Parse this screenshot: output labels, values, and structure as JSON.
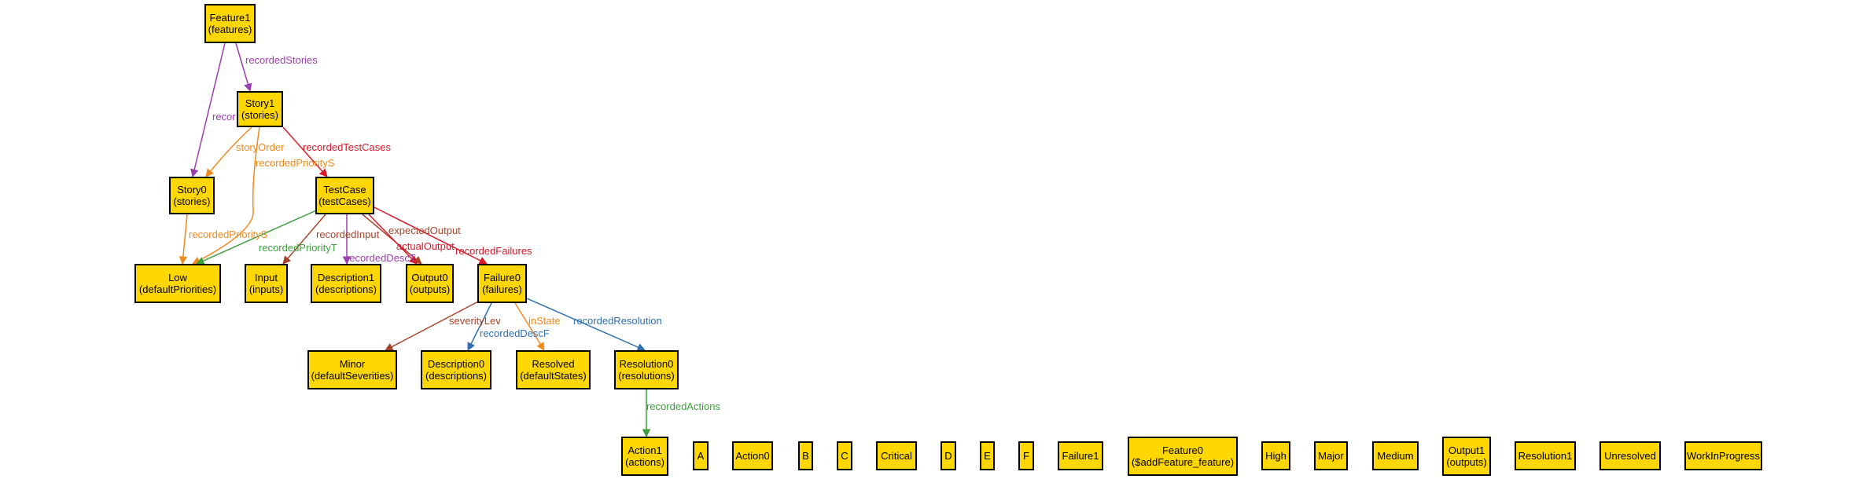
{
  "colors": {
    "node_fill": "#FFD700",
    "node_border": "#000000",
    "purple": "#9B3FAE",
    "orange": "#F0891E",
    "red": "#D9192A",
    "green": "#3E9E3E",
    "brown": "#A6442A",
    "blue": "#2F6FB0"
  },
  "nodes": {
    "feature1": {
      "name": "Feature1",
      "sig": "(features)"
    },
    "story1": {
      "name": "Story1",
      "sig": "(stories)"
    },
    "story0": {
      "name": "Story0",
      "sig": "(stories)"
    },
    "testcase": {
      "name": "TestCase",
      "sig": "(testCases)"
    },
    "low": {
      "name": "Low",
      "sig": "(defaultPriorities)"
    },
    "input": {
      "name": "Input",
      "sig": "(inputs)"
    },
    "description1": {
      "name": "Description1",
      "sig": "(descriptions)"
    },
    "output0": {
      "name": "Output0",
      "sig": "(outputs)"
    },
    "failure0": {
      "name": "Failure0",
      "sig": "(failures)"
    },
    "minor": {
      "name": "Minor",
      "sig": "(defaultSeverities)"
    },
    "description0": {
      "name": "Description0",
      "sig": "(descriptions)"
    },
    "resolved": {
      "name": "Resolved",
      "sig": "(defaultStates)"
    },
    "resolution0": {
      "name": "Resolution0",
      "sig": "(resolutions)"
    },
    "action1": {
      "name": "Action1",
      "sig": "(actions)"
    },
    "a": {
      "name": "A",
      "sig": ""
    },
    "action0": {
      "name": "Action0",
      "sig": ""
    },
    "b": {
      "name": "B",
      "sig": ""
    },
    "c": {
      "name": "C",
      "sig": ""
    },
    "critical": {
      "name": "Critical",
      "sig": ""
    },
    "d": {
      "name": "D",
      "sig": ""
    },
    "e": {
      "name": "E",
      "sig": ""
    },
    "f": {
      "name": "F",
      "sig": ""
    },
    "failure1": {
      "name": "Failure1",
      "sig": ""
    },
    "feature0": {
      "name": "Feature0",
      "sig": "($addFeature_feature)"
    },
    "high": {
      "name": "High",
      "sig": ""
    },
    "major": {
      "name": "Major",
      "sig": ""
    },
    "medium": {
      "name": "Medium",
      "sig": ""
    },
    "output1": {
      "name": "Output1",
      "sig": "(outputs)"
    },
    "resolution1": {
      "name": "Resolution1",
      "sig": ""
    },
    "unresolved": {
      "name": "Unresolved",
      "sig": ""
    },
    "workinprogress": {
      "name": "WorkInProgress",
      "sig": ""
    }
  },
  "edges": [
    {
      "id": "feature1-story1",
      "from": "feature1",
      "to": "story1",
      "label": "recordedStories",
      "color": "purple"
    },
    {
      "id": "feature1-story0",
      "from": "feature1",
      "to": "story0",
      "label": "recor",
      "color": "purple"
    },
    {
      "id": "story1-testcase",
      "from": "story1",
      "to": "testcase",
      "label": "recordedTestCases",
      "color": "red"
    },
    {
      "id": "story1-story0",
      "from": "story1",
      "to": "story0",
      "label": "storyOrder",
      "color": "orange"
    },
    {
      "id": "story1-low",
      "from": "story1",
      "to": "low",
      "label": "recordedPriorityS",
      "color": "orange"
    },
    {
      "id": "story0-low",
      "from": "story0",
      "to": "low",
      "label": "recordedPriorityS",
      "color": "orange"
    },
    {
      "id": "testcase-low",
      "from": "testcase",
      "to": "low",
      "label": "recordedPriorityT",
      "color": "green"
    },
    {
      "id": "testcase-input",
      "from": "testcase",
      "to": "input",
      "label": "recordedInput",
      "color": "brown"
    },
    {
      "id": "testcase-description1",
      "from": "testcase",
      "to": "description1",
      "label": "recordedDescT",
      "color": "purple"
    },
    {
      "id": "testcase-output0-expected",
      "from": "testcase",
      "to": "output0",
      "label": "expectedOutput",
      "color": "brown"
    },
    {
      "id": "testcase-output0-actual",
      "from": "testcase",
      "to": "output0",
      "label": "actualOutput",
      "color": "red"
    },
    {
      "id": "testcase-failure0",
      "from": "testcase",
      "to": "failure0",
      "label": "recordedFailures",
      "color": "red"
    },
    {
      "id": "failure0-minor",
      "from": "failure0",
      "to": "minor",
      "label": "severityLev",
      "color": "brown"
    },
    {
      "id": "failure0-description0",
      "from": "failure0",
      "to": "description0",
      "label": "recordedDescF",
      "color": "blue"
    },
    {
      "id": "failure0-resolved",
      "from": "failure0",
      "to": "resolved",
      "label": "inState",
      "color": "orange"
    },
    {
      "id": "failure0-resolution0",
      "from": "failure0",
      "to": "resolution0",
      "label": "recordedResolution",
      "color": "blue"
    },
    {
      "id": "resolution0-action1",
      "from": "resolution0",
      "to": "action1",
      "label": "recordedActions",
      "color": "green"
    }
  ]
}
